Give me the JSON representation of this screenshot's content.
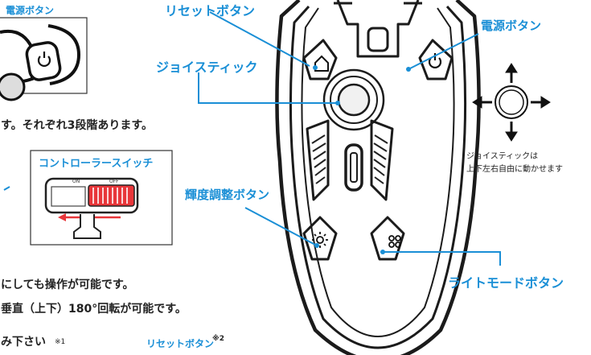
{
  "labels": {
    "power_top_left": "電源ボタン",
    "reset_top": "リセットボタン",
    "power_right": "電源ボタン",
    "joystick": "ジョイスティック",
    "controller_switch": "コントローラースイッチ",
    "switch_on": "ON",
    "switch_off": "OFF",
    "brightness": "輝度調整ボタン",
    "light_mode": "ライトモードボタン",
    "reset_bottom": "リセットボタン",
    "reset_bottom_note": "※2"
  },
  "text_lines": {
    "line1": "す。それぞれ3段階あります。",
    "line2": "にしても操作が可能です。",
    "line3": "垂直（上下）180°回転が可能です。",
    "line4": "み下さい",
    "line4_note": "※1"
  },
  "joystick_note": {
    "line1": "ジョイスティックは",
    "line2": "上下左右自由に動かせます"
  },
  "colors": {
    "accent_blue": "#1a8fd6",
    "switch_red": "#e8363a",
    "outline": "#1b1b1b"
  }
}
